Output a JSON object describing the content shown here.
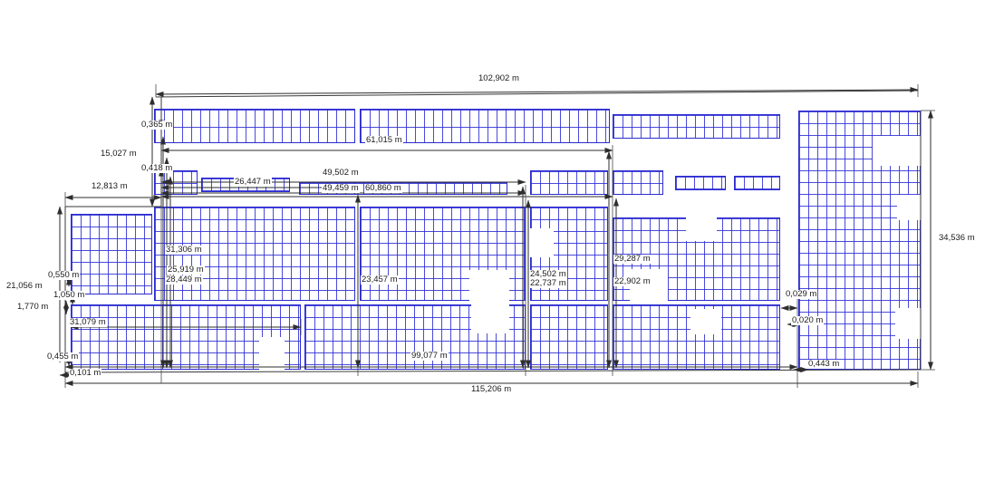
{
  "drawing": {
    "type": "dimensioned site layout plan with panel arrays",
    "colors": {
      "panel_grid": "#2b2bd0",
      "dimension_lines": "#2e2e2e",
      "background": "#ffffff"
    }
  },
  "labels": {
    "w102902": "102,902 m",
    "w115206": "115,206 m",
    "h34536": "34,536 m",
    "d0365": "0,365 m",
    "d15027": "15,027 m",
    "d0418": "0,418 m",
    "d61015": "61,015 m",
    "d12813": "12,813 m",
    "d49502": "49,502 m",
    "d26447": "26,447 m",
    "d49459": "49,459 m",
    "d60860": "60,860 m",
    "d31306": "31,306 m",
    "d25919": "25,919 m",
    "d28449": "28,449 m",
    "d23457": "23,457 m",
    "d24502": "24,502 m",
    "d22737": "22,737 m",
    "d29287": "29,287 m",
    "d22902": "22,902 m",
    "d0550": "0,550 m",
    "d21056": "21,056 m",
    "d1050": "1,050 m",
    "d1770": "1,770 m",
    "d0029": "0,029 m",
    "d0020": "0,020 m",
    "d31079": "31,079 m",
    "d0455": "0,455 m",
    "d99077": "99,077 m",
    "d0101": "0,101 m",
    "d0443": "0,443 m"
  }
}
